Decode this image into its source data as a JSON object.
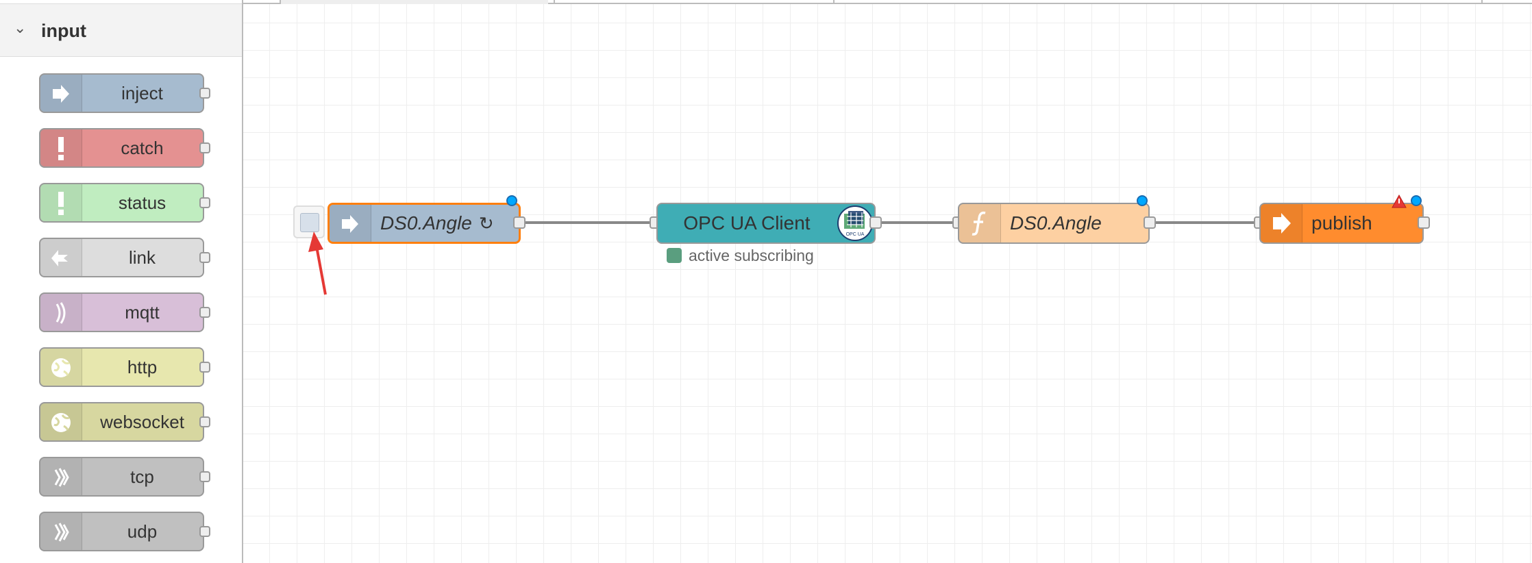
{
  "palette": {
    "category": "input",
    "nodes": [
      {
        "label": "inject",
        "color": "#a6bbcf",
        "icon": "arrow-in-icon"
      },
      {
        "label": "catch",
        "color": "#e49191",
        "icon": "alert-icon"
      },
      {
        "label": "status",
        "color": "#c0edc0",
        "icon": "alert-icon"
      },
      {
        "label": "link",
        "color": "#dddddd",
        "icon": "link-in-icon"
      },
      {
        "label": "mqtt",
        "color": "#d8bfd8",
        "icon": "bridge-icon"
      },
      {
        "label": "http",
        "color": "#e7e7ae",
        "icon": "globe-icon"
      },
      {
        "label": "websocket",
        "color": "#d7d7a0",
        "icon": "globe-icon"
      },
      {
        "label": "tcp",
        "color": "#c0c0c0",
        "icon": "bridge-icon"
      },
      {
        "label": "udp",
        "color": "#c0c0c0",
        "icon": "bridge-icon"
      }
    ]
  },
  "flow": {
    "nodes": [
      {
        "id": "inject",
        "label": "DS0.Angle",
        "repeat_symbol": "↻",
        "color": "#a6bbcf",
        "selected_color": "#ff7f0e",
        "icon": "arrow-in-icon",
        "changed": true
      },
      {
        "id": "opcua",
        "label": "OPC UA Client",
        "color": "#3fadb5",
        "icon": "opc-ua-logo-icon",
        "icon_text": "OPC UA",
        "status": "active subscribing",
        "status_color": "#5a9e7f"
      },
      {
        "id": "function",
        "label": "DS0.Angle",
        "color": "#fdd0a2",
        "icon": "function-icon",
        "changed": true
      },
      {
        "id": "publish",
        "label": "publish",
        "color": "#ff8c2e",
        "icon": "arrow-out-icon",
        "changed": true,
        "warning": true
      }
    ]
  }
}
